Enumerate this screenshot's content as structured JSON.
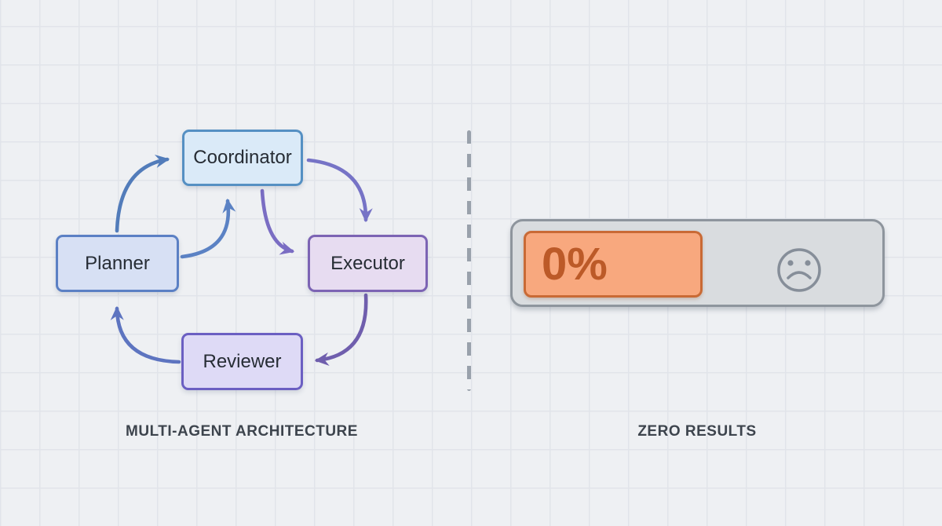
{
  "diagram": {
    "caption": "MULTI-AGENT ARCHITECTURE",
    "nodes": [
      {
        "id": "coordinator",
        "label": "Coordinator",
        "fill": "#daeaf8",
        "border": "#5590c3"
      },
      {
        "id": "planner",
        "label": "Planner",
        "fill": "#d7e0f4",
        "border": "#5b80c4"
      },
      {
        "id": "executor",
        "label": "Executor",
        "fill": "#e7dcf1",
        "border": "#7c64b4"
      },
      {
        "id": "reviewer",
        "label": "Reviewer",
        "fill": "#dedaf6",
        "border": "#6b5fc2"
      }
    ],
    "edges": [
      {
        "from": "Planner",
        "to": "Coordinator",
        "style": "outer-arc",
        "color": "#527cba"
      },
      {
        "from": "Planner",
        "to": "Coordinator",
        "style": "inner-arc",
        "color": "#5b82c4"
      },
      {
        "from": "Coordinator",
        "to": "Executor",
        "style": "outer-arc",
        "color": "#7673c6"
      },
      {
        "from": "Coordinator",
        "to": "Executor",
        "style": "inner-arc",
        "color": "#7a6dc3"
      },
      {
        "from": "Executor",
        "to": "Reviewer",
        "style": "outer-arc",
        "color": "#6f5ead"
      },
      {
        "from": "Reviewer",
        "to": "Planner",
        "style": "outer-arc",
        "color": "#5d74c0"
      }
    ]
  },
  "result": {
    "caption": "ZERO RESULTS",
    "progress": {
      "value_label": "0%",
      "percent": 0,
      "bar_color": "#f8a87e",
      "bar_border": "#c96a35",
      "track_color": "#d9dcdf",
      "track_border": "#8e959d",
      "value_color": "#bc5a28"
    },
    "icon": "sad-face-icon"
  },
  "divider": {
    "style": "dashed",
    "color": "#99a1ab"
  },
  "background": {
    "color": "#eef0f3",
    "grid_color": "#e1e4ea"
  }
}
